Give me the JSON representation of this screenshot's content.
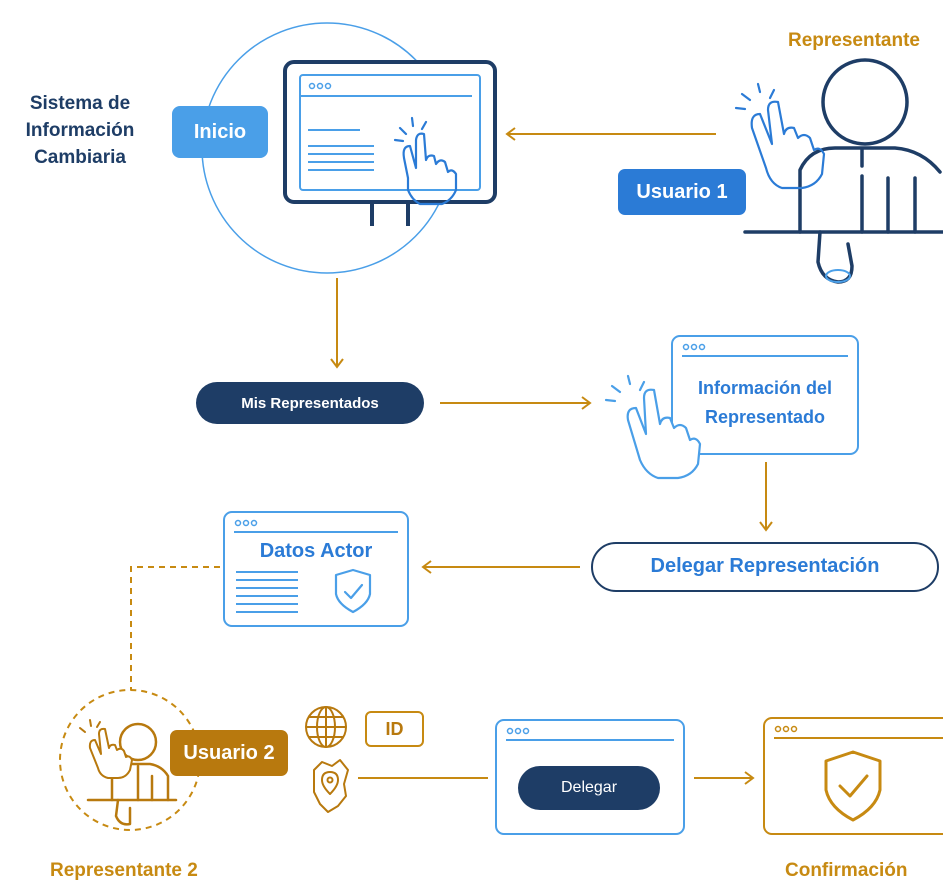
{
  "colors": {
    "navy": "#1e3d66",
    "blue": "#2b7bd6",
    "light_blue": "#4a9fe8",
    "gold": "#c78a12",
    "gold_dark": "#b8790e",
    "white": "#ffffff"
  },
  "representante": {
    "title": "Representante",
    "user_badge": "Usuario 1"
  },
  "system": {
    "title_line1": "Sistema de",
    "title_line2": "Información",
    "title_line3": "Cambiaria",
    "start_button": "Inicio"
  },
  "steps": {
    "mis_representados": "Mis Representados",
    "informacion_line1": "Información del",
    "informacion_line2": "Representado",
    "delegar_representacion": "Delegar Representación",
    "datos_actor": "Datos Actor",
    "id_badge": "ID",
    "delegar_button": "Delegar"
  },
  "representante2": {
    "title": "Representante 2",
    "user_badge": "Usuario 2"
  },
  "confirmacion": {
    "title": "Confirmación"
  },
  "icons": [
    "browser-dots-icon",
    "hand-pointer-icon",
    "person-icon",
    "globe-icon",
    "map-pin-icon",
    "shield-check-icon",
    "arrow-icon"
  ]
}
